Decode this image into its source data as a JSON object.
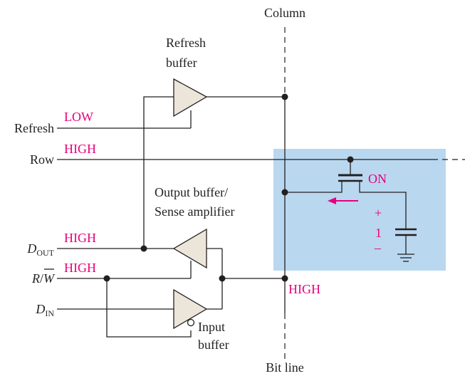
{
  "labels": {
    "column": "Column",
    "bit_line": "Bit line",
    "refresh_buffer_line1": "Refresh",
    "refresh_buffer_line2": "buffer",
    "output_buffer_line1": "Output buffer/",
    "output_buffer_line2": "Sense amplifier",
    "input_buffer_line1": "Input",
    "input_buffer_line2": "buffer",
    "refresh": "Refresh",
    "row": "Row",
    "dout_main": "D",
    "dout_sub": "OUT",
    "rw_r": "R",
    "rw_slash": "/",
    "rw_w": "W",
    "din_main": "D",
    "din_sub": "IN"
  },
  "signals": {
    "refresh_level": "LOW",
    "row_level": "HIGH",
    "dout_level": "HIGH",
    "rw_level": "HIGH",
    "bitline_level": "HIGH",
    "transistor_state": "ON",
    "cap_plus": "+",
    "cap_value": "1",
    "cap_minus": "–"
  },
  "colors": {
    "signal": "#e6007e",
    "cell_highlight": "#b9d7ef",
    "buffer_fill": "#ece6da",
    "wire": "#231f20"
  }
}
